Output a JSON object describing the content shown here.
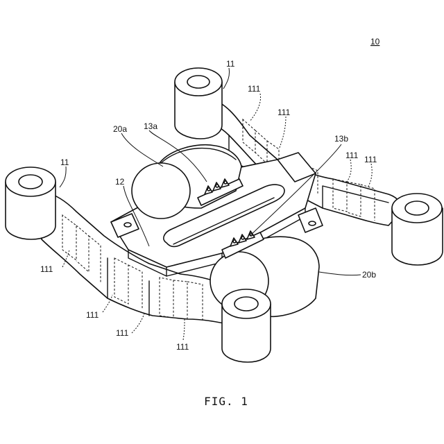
{
  "figure": {
    "reference_number": "10",
    "caption": "FIG. 1"
  },
  "labels": {
    "arm_back": "11",
    "arm_left": "11",
    "plate": "12",
    "bracket_a": "13a",
    "bracket_b": "13b",
    "motor_a": "20a",
    "motor_b": "20b",
    "section": "111"
  }
}
